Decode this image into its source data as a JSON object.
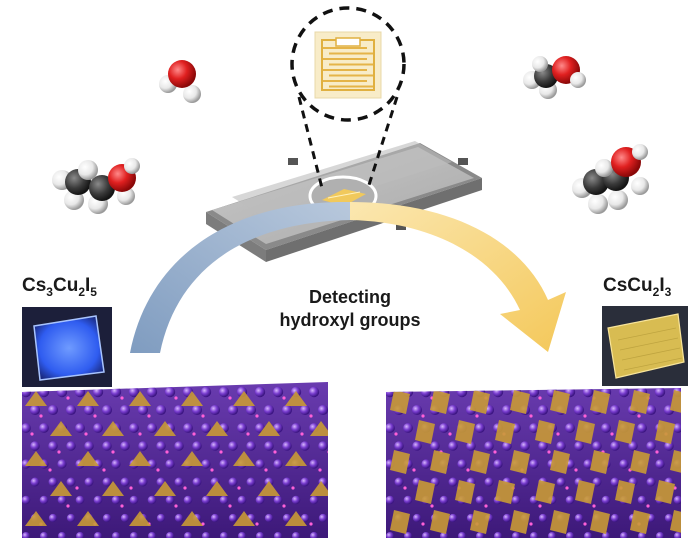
{
  "center_label": {
    "line1": "Detecting",
    "line2": "hydroxyl groups"
  },
  "left_material": {
    "name_parts": [
      "Cs",
      "3",
      "Cu",
      "2",
      "I",
      "5"
    ],
    "emission_color": "#3a6bff"
  },
  "right_material": {
    "name_parts": [
      "Cs",
      "Cu",
      "2",
      "I",
      "3"
    ],
    "emission_color": "#e8c84a"
  },
  "colors": {
    "arrow_blue": "#8ea9c8",
    "arrow_yellow": "#f7d27a",
    "lattice_purple": "#5a2a9a",
    "octahedra_orange": "#c99a35",
    "oxygen_red": "#d42020",
    "carbon_grey": "#3a3a3a",
    "hydrogen_white": "#f2f2f2",
    "electrode_gold": "#e8c25a"
  },
  "icons": {
    "molecules": [
      "water-molecule-icon",
      "ethanol-molecule-icon",
      "methanol-molecule-icon",
      "propanol-molecule-icon"
    ],
    "device": "sensor-chip-icon",
    "zoom": "magnifier-circle-icon"
  }
}
